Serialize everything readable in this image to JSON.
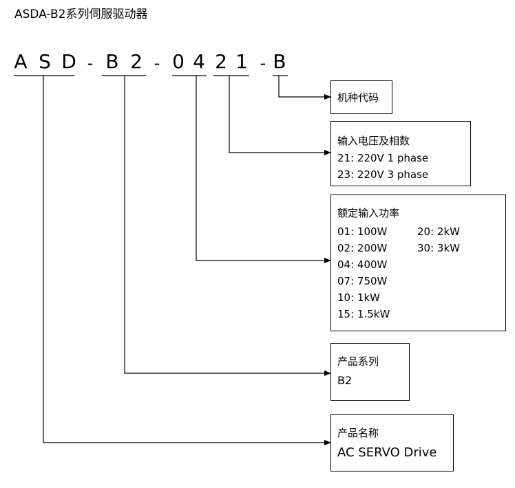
{
  "title": "ASDA-B2系列伺服驱动器",
  "model_code": {
    "chars": [
      "A",
      "S",
      "D",
      "B",
      "2",
      "0",
      "4",
      "2",
      "1",
      "B"
    ],
    "dashes": [
      "-",
      "-",
      "-"
    ]
  },
  "boxes": {
    "model_type": {
      "heading": "机种代码"
    },
    "input_voltage": {
      "heading": "输入电压及相数",
      "lines": [
        "21: 220V 1 phase",
        "23: 220V 3 phase"
      ]
    },
    "rated_power": {
      "heading": "额定输入功率",
      "col1": [
        "01: 100W",
        "02: 200W",
        "04: 400W",
        "07: 750W",
        "10: 1kW",
        "15: 1.5kW"
      ],
      "col2": [
        "20: 2kW",
        "30: 3kW"
      ]
    },
    "series": {
      "heading": "产品系列",
      "value": "B2"
    },
    "product_name": {
      "heading": "产品名称",
      "value": "AC SERVO Drive"
    }
  }
}
